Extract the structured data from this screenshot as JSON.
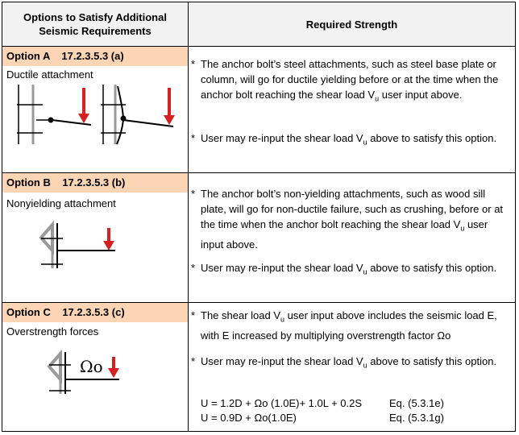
{
  "header": {
    "left_line1": "Options to Satisfy Additional",
    "left_line2": "Seismic Requirements",
    "right": "Required  Strength"
  },
  "options": [
    {
      "label": "Option A    17.2.3.5.3 (a)",
      "desc": "Ductile attachment",
      "bullets": [
        {
          "star": "*",
          "parts": [
            "The anchor bolt’s steel attachments, such as steel base plate or column, will go for ductile yielding before or at the time when the anchor bolt reaching the shear load V",
            "u",
            " user input above."
          ]
        },
        {
          "star": "*",
          "parts": [
            "User may re-input the shear load V",
            "u",
            " above to satisfy this option."
          ]
        }
      ]
    },
    {
      "label": "Option B    17.2.3.5.3 (b)",
      "desc": "Nonyielding attachment",
      "bullets": [
        {
          "star": "*",
          "parts": [
            "The anchor bolt’s non-yielding attachments, such as wood sill plate,  will go for non-ductile failure, such as crushing, before or at the time when the anchor bolt reaching the shear load V",
            "u",
            " user input above."
          ]
        },
        {
          "star": "*",
          "parts": [
            "User may re-input the shear load V",
            "u",
            " above to satisfy this option."
          ]
        }
      ]
    },
    {
      "label": "Option C    17.2.3.5.3 (c)",
      "desc": "Overstrength forces",
      "fig_symbol": "Ωo",
      "bullets": [
        {
          "star": "*",
          "parts": [
            "The shear load V",
            "u",
            " user input above includes the seismic load E, with E increased by multiplying overstrength factor Ωo"
          ]
        },
        {
          "star": "*",
          "parts": [
            "User may re-input the shear load V",
            "u",
            " above to satisfy this option."
          ]
        }
      ],
      "equations": [
        {
          "expr": "U = 1.2D + Ωo (1.0E)+ 1.0L + 0.2S",
          "ref": "Eq. (5.3.1e)"
        },
        {
          "expr": "U = 0.9D + Ωo(1.0E)",
          "ref": "Eq. (5.3.1g)"
        }
      ]
    }
  ],
  "colors": {
    "label_bg": "#fcd5b4",
    "header_bg": "#f2f2f2",
    "arrow": "#d62020"
  }
}
